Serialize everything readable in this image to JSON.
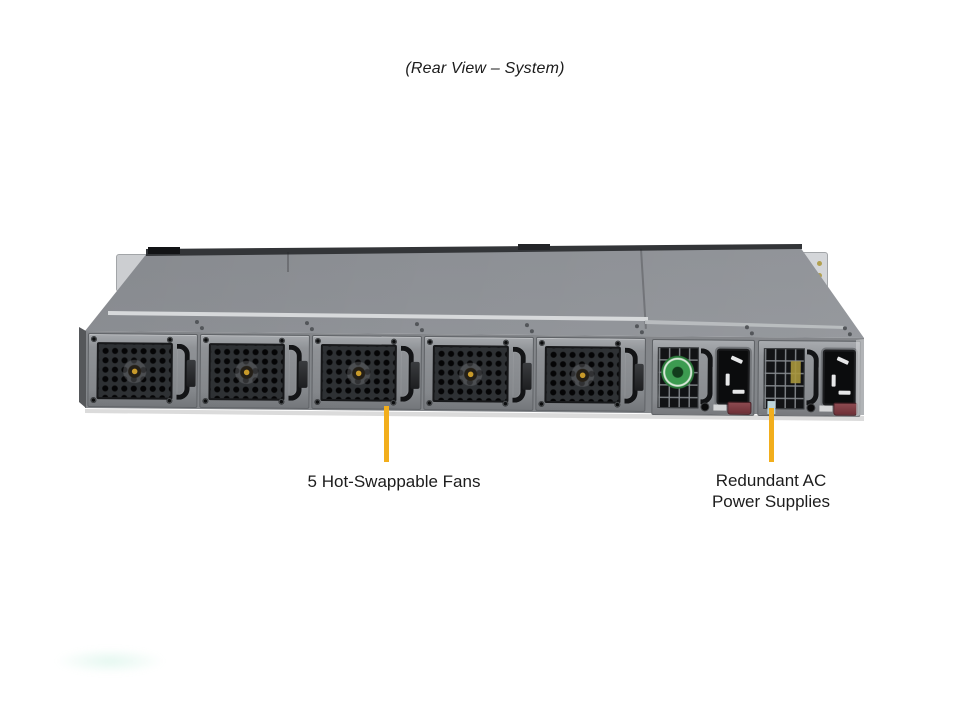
{
  "title": {
    "text": "(Rear View – System)"
  },
  "diagram": {
    "description": "Rear view photo of a 1U rackmount server chassis",
    "chassis": {
      "name": "1U server chassis, rear",
      "fan_count": 5,
      "psu_count": 2
    },
    "callouts": [
      {
        "id": "fans",
        "label": "5 Hot-Swappable Fans",
        "line_color": "#F2AE1C"
      },
      {
        "id": "psus",
        "label_line1": "Redundant AC",
        "label_line2": "Power Supplies",
        "line_color": "#F2AE1C"
      }
    ],
    "colors": {
      "accent_callout": "#F2AE1C",
      "chassis_light": "#a1a4a9",
      "chassis_dark": "#6e7175",
      "text": "#1c1c1c",
      "background": "#ffffff"
    }
  }
}
